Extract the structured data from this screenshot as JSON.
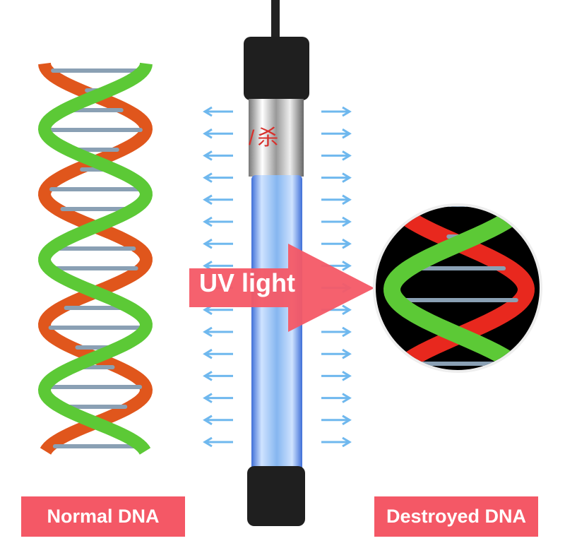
{
  "labels": {
    "uv_light": "UV light",
    "normal_dna": "Normal DNA",
    "destroyed_dna": "Destroyed DNA"
  },
  "lamp_print": "/杀",
  "colors": {
    "label_bg": "#f45866",
    "green_strand": "#5cc936",
    "orange_strand": "#e0561c",
    "red_strand": "#e8281e",
    "uv_arrow": "#6fb8ee",
    "lamp_glow": "#9cc8f4"
  }
}
